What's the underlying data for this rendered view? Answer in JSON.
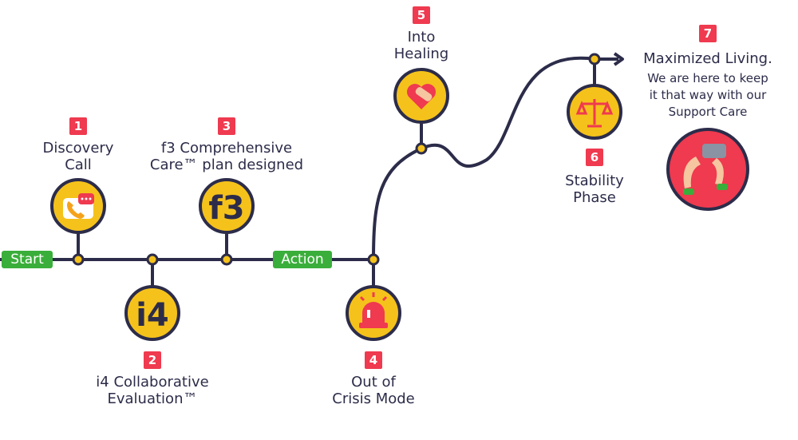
{
  "colors": {
    "line": "#2c2c4a",
    "node": "#f5c21b",
    "badge": "#ef3a4f",
    "pill": "#3aae3a"
  },
  "pills": {
    "start": "Start",
    "action": "Action"
  },
  "steps": [
    {
      "num": "1",
      "line1": "Discovery",
      "line2": "Call",
      "icon": "phone-chat-icon"
    },
    {
      "num": "2",
      "line1": "i4 Collaborative",
      "line2": "Evaluation™",
      "icon": "i4-icon",
      "icon_text": "i4"
    },
    {
      "num": "3",
      "line1": "f3 Comprehensive",
      "line2": "Care™ plan designed",
      "icon": "f3-icon",
      "icon_text": "f3"
    },
    {
      "num": "4",
      "line1": "Out of",
      "line2": "Crisis Mode",
      "icon": "siren-icon"
    },
    {
      "num": "5",
      "line1": "Into",
      "line2": "Healing",
      "icon": "heart-bandage-icon"
    },
    {
      "num": "6",
      "line1": "Stability",
      "line2": "Phase",
      "icon": "balance-scale-icon"
    },
    {
      "num": "7",
      "line1": "Maximized Living.",
      "sub1": "We are here to keep",
      "sub2": "it that way with our",
      "sub3": "Support Care",
      "icon": "running-legs-icon"
    }
  ]
}
